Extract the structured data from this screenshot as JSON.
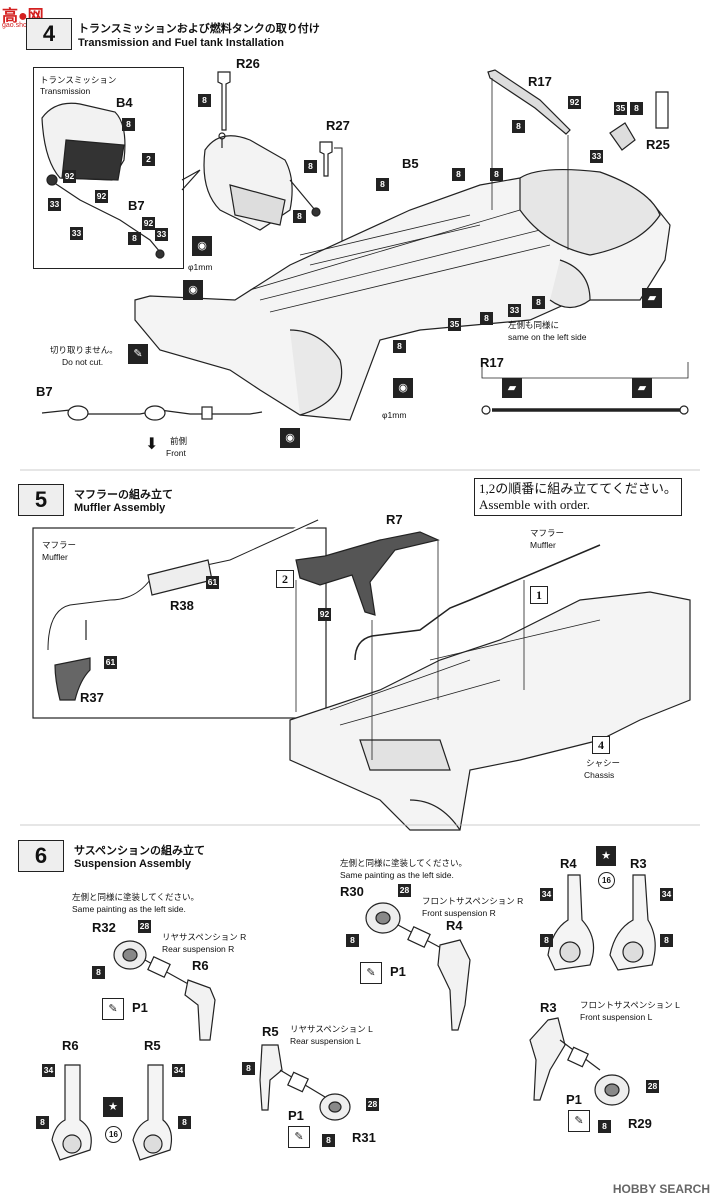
{
  "watermark": {
    "main": "高●网",
    "sub": "gao.show.com"
  },
  "step4": {
    "num": "4",
    "title_jp": "トランスミッションおよび燃料タンクの取り付け",
    "title_en": "Transmission and Fuel tank Installation",
    "inset_jp": "トランスミッション",
    "inset_en": "Transmission",
    "parts": {
      "r26": "R26",
      "r27": "R27",
      "r17": "R17",
      "r17b": "R17",
      "r25": "R25",
      "b4": "B4",
      "b5": "B5",
      "b7": "B7",
      "b7b": "B7"
    },
    "nums": {
      "n8": "8",
      "n92": "92",
      "n33": "33",
      "n35": "35",
      "n2": "2"
    },
    "drill": "φ1mm",
    "cut_jp": "切り取りません。",
    "cut_en": "Do not cut.",
    "left_jp": "左側も同様に",
    "left_en": "same on the left side",
    "front_jp": "前側",
    "front_en": "Front"
  },
  "step5": {
    "num": "5",
    "title_jp": "マフラーの組み立て",
    "title_en": "Muffler Assembly",
    "note_jp": "1,2の順番に組み立ててください。",
    "note_en": "Assemble with order.",
    "muffler_jp": "マフラー",
    "muffler_en": "Muffler",
    "parts": {
      "r38": "R38",
      "r37": "R37",
      "r7": "R7"
    },
    "nums": {
      "n61": "61",
      "n92": "92",
      "n4": "4",
      "o1": "1",
      "o2": "2"
    },
    "chassis_jp": "シャシー",
    "chassis_en": "Chassis"
  },
  "step6": {
    "num": "6",
    "title_jp": "サスペンションの組み立て",
    "title_en": "Suspension Assembly",
    "same_jp": "左側と同様に塗装してください。",
    "same_en": "Same painting as the left side.",
    "same_jp2": "左側と同様に塗装してください。",
    "same_en2": "Same painting as the left side.",
    "rsr_jp": "リヤサスペンション R",
    "rsr_en": "Rear suspension R",
    "rsl_jp": "リヤサスペンション L",
    "rsl_en": "Rear suspension L",
    "fsr_jp": "フロントサスペンション R",
    "fsr_en": "Front suspension R",
    "fsl_jp": "フロントサスペンション L",
    "fsl_en": "Front suspension L",
    "parts": {
      "r32": "R32",
      "r6": "R6",
      "p1": "P1",
      "r6b": "R6",
      "r5b": "R5",
      "r5": "R5",
      "r31": "R31",
      "r30": "R30",
      "r4": "R4",
      "r4b": "R4",
      "r3": "R3",
      "r3b": "R3",
      "r29": "R29"
    },
    "nums": {
      "n28": "28",
      "n8": "8",
      "n34": "34",
      "n16": "16"
    }
  },
  "footer": "HOBBY SEARCH"
}
